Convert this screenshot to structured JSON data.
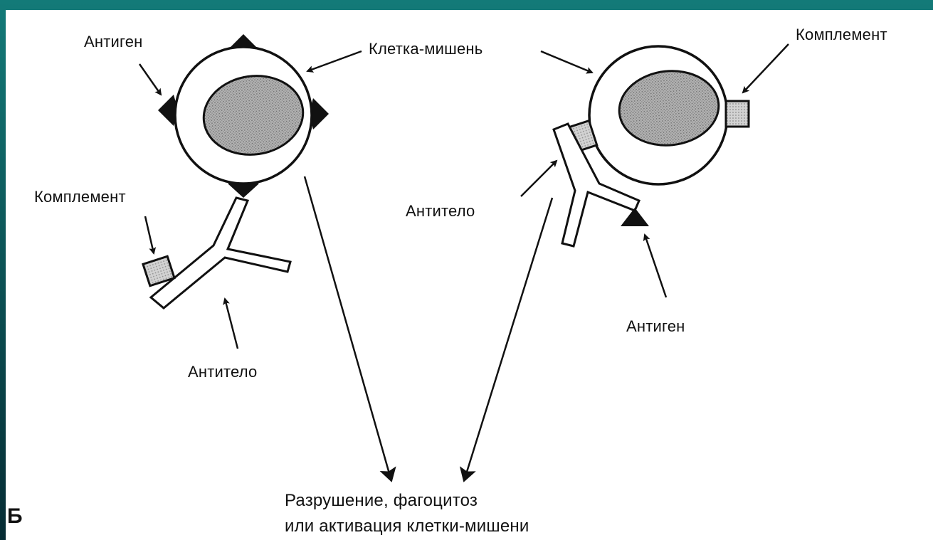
{
  "diagram": {
    "panel_letter": "Б",
    "labels": {
      "left_antigen": "Антиген",
      "target_cell": "Клетка-мишень",
      "right_complement": "Комплемент",
      "left_complement": "Комплемент",
      "left_antibody": "Антитело",
      "right_antibody": "Антитело",
      "right_antigen": "Антиген",
      "outcome_line1": "Разрушение, фагоцитоз",
      "outcome_line2": "или активация клетки-мишени"
    },
    "colors": {
      "background": "#0b5f60",
      "panel": "#ffffff",
      "ink": "#111111",
      "nucleus": "#a8a8a8",
      "complement": "#c8c8c8"
    }
  }
}
